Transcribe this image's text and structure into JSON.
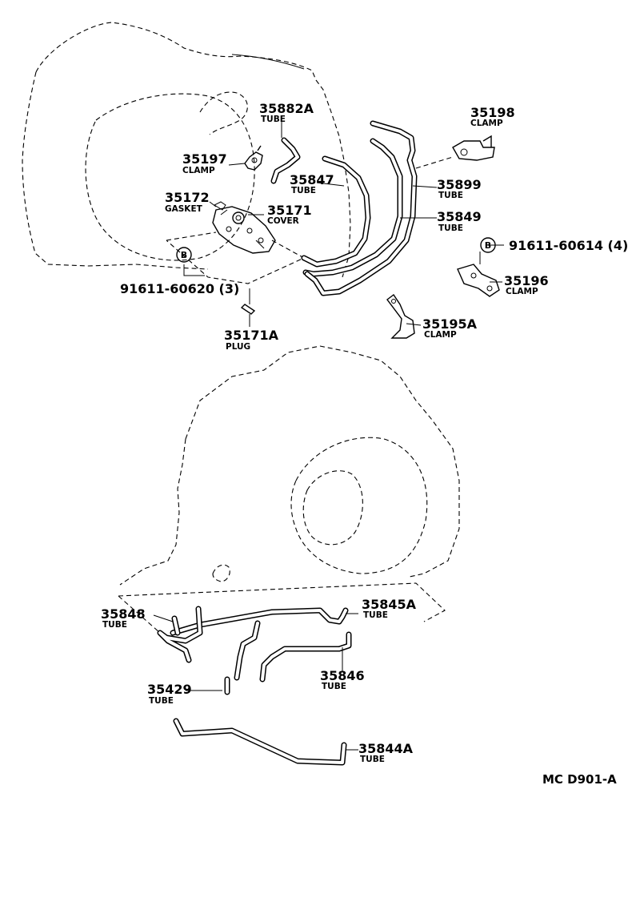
{
  "parts": {
    "p35882A": {
      "number": "35882A",
      "name": "TUBE"
    },
    "p35197": {
      "number": "35197",
      "name": "CLAMP"
    },
    "p35847": {
      "number": "35847",
      "name": "TUBE"
    },
    "p35172": {
      "number": "35172",
      "name": "GASKET"
    },
    "p35171": {
      "number": "35171",
      "name": "COVER"
    },
    "p35198": {
      "number": "35198",
      "name": "CLAMP"
    },
    "p35899": {
      "number": "35899",
      "name": "TUBE"
    },
    "p35849": {
      "number": "35849",
      "name": "TUBE"
    },
    "p35196": {
      "number": "35196",
      "name": "CLAMP"
    },
    "p35195A": {
      "number": "35195A",
      "name": "CLAMP"
    },
    "p35171A": {
      "number": "35171A",
      "name": "PLUG"
    },
    "p35848": {
      "number": "35848",
      "name": "TUBE"
    },
    "p35845A": {
      "number": "35845A",
      "name": "TUBE"
    },
    "p35429": {
      "number": "35429",
      "name": "TUBE"
    },
    "p35846": {
      "number": "35846",
      "name": "TUBE"
    },
    "p35844A": {
      "number": "35844A",
      "name": "TUBE"
    }
  },
  "bolts": {
    "left": {
      "marker": "B",
      "number": "91611-60620 (3)"
    },
    "right": {
      "marker": "B",
      "number": "91611-60614 (4)"
    }
  },
  "diagram_code": "MC D901-A"
}
